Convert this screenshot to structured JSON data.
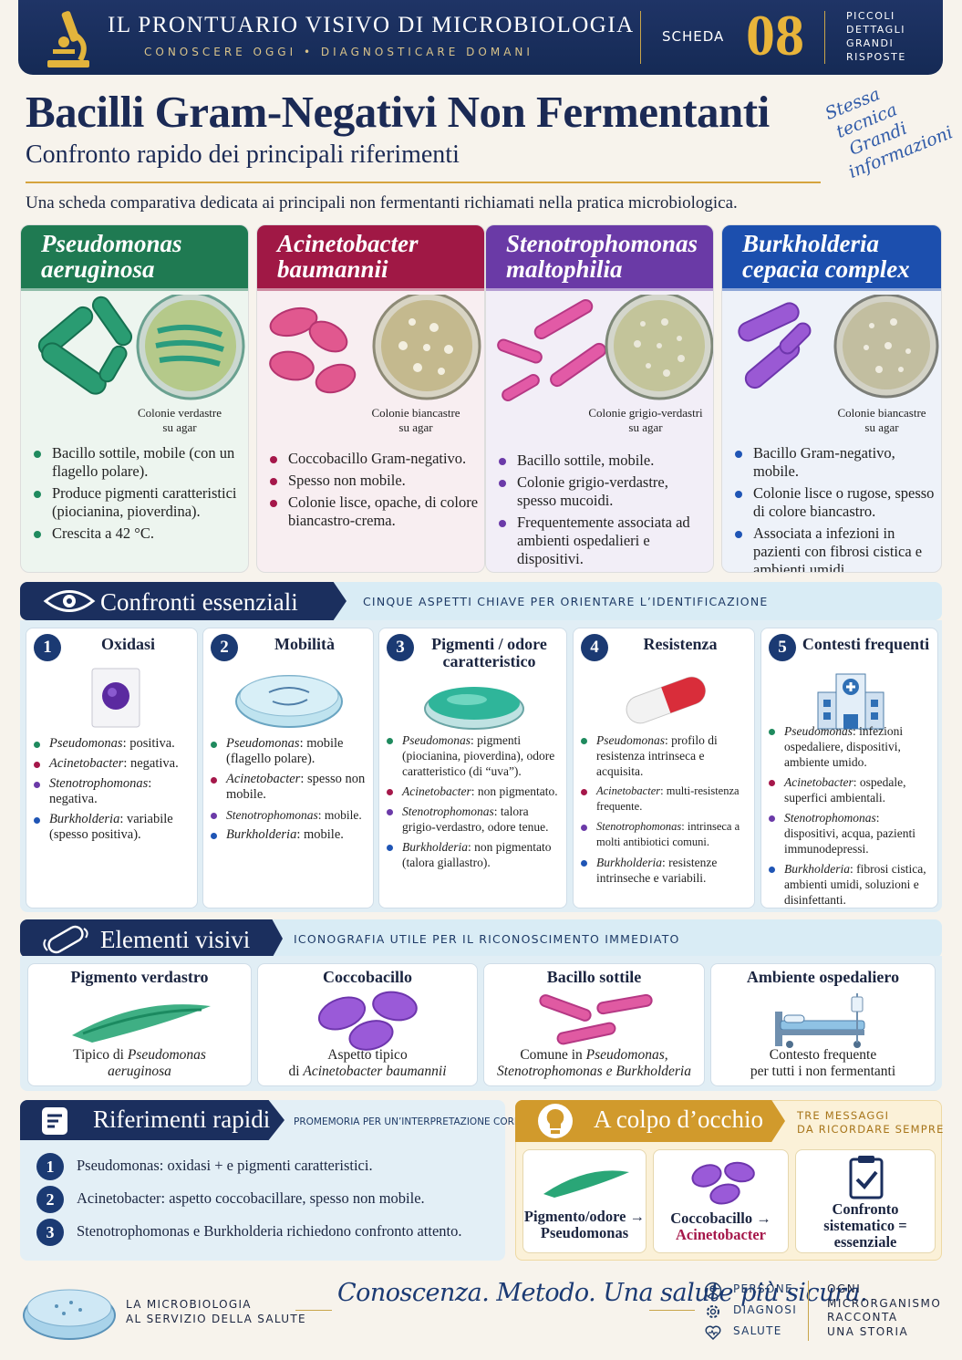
{
  "header": {
    "title": "IL PRONTUARIO VISIVO DI MICROBIOLOGIA",
    "tagline": "CONOSCERE OGGI • DIAGNOSTICARE DOMANI",
    "scheda_label": "SCHEDA",
    "scheda_num": "08",
    "motto": [
      "PICCOLI",
      "DETTAGLI",
      "GRANDI",
      "RISPOSTE"
    ]
  },
  "title": "Bacilli Gram-Negativi Non Fermentanti",
  "subtitle": "Confronto rapido dei principali riferimenti",
  "intro": "Una scheda comparativa dedicata ai principali non fermentanti richiamati nella pratica microbiologica.",
  "handnote": [
    "Stessa",
    "tecnica",
    "Grandi",
    "informazioni"
  ],
  "colors": {
    "pseudomonas": "#1f8a5e",
    "acinetobacter": "#a5174a",
    "stenotrophomonas": "#6b3aa8",
    "burkholderia": "#1f55b5",
    "navy": "#1b2f5e",
    "gold": "#d19a2c"
  },
  "species": [
    {
      "name1": "Pseudomonas",
      "name2": "aeruginosa",
      "caption1": "Colonie verdastre",
      "caption2": "su agar",
      "bullets": [
        "Bacillo sottile, mobile (con un flagello polare).",
        "Produce pigmenti caratteristici (piocianina, pioverdina).",
        "Crescita a 42 °C."
      ]
    },
    {
      "name1": "Acinetobacter",
      "name2": "baumannii",
      "caption1": "Colonie biancastre",
      "caption2": "su agar",
      "bullets": [
        "Coccobacillo Gram-negativo.",
        "Spesso non mobile.",
        "Colonie lisce, opache, di colore biancastro-crema."
      ]
    },
    {
      "name1": "Stenotrophomonas",
      "name2": "maltophilia",
      "caption1": "Colonie grigio-verdastri",
      "caption2": "su agar",
      "bullets": [
        "Bacillo sottile, mobile.",
        "Colonie grigio-verdastre, spesso mucoidi.",
        "Frequentemente associata ad ambienti ospedalieri e dispositivi."
      ]
    },
    {
      "name1": "Burkholderia",
      "name2": "cepacia complex",
      "caption1": "Colonie biancastre",
      "caption2": "su agar",
      "bullets": [
        "Bacillo Gram-negativo, mobile.",
        "Colonie lisce o rugose, spesso di colore biancastro.",
        "Associata a infezioni in pazienti con fibrosi cistica e ambienti umidi."
      ]
    }
  ],
  "confronti": {
    "title": "Confronti essenziali",
    "subtitle": "CINQUE ASPETTI CHIAVE PER ORIENTARE L’IDENTIFICAZIONE",
    "items": [
      {
        "num": "1",
        "title": "Oxidasi",
        "rows": [
          [
            "Pseudomonas",
            ": positiva."
          ],
          [
            "Acinetobacter",
            ": negativa."
          ],
          [
            "Stenotrophomonas",
            ": negativa."
          ],
          [
            "Burkholderia",
            ": variabile (spesso positiva)."
          ]
        ]
      },
      {
        "num": "2",
        "title": "Mobilità",
        "rows": [
          [
            "Pseudomonas",
            ": mobile (flagello polare)."
          ],
          [
            "Acinetobacter",
            ": spesso non mobile."
          ],
          [
            "Stenotrophomonas",
            ": mobile."
          ],
          [
            "Burkholderia",
            ": mobile."
          ]
        ]
      },
      {
        "num": "3",
        "title": "Pigmenti / odore caratteristico",
        "rows": [
          [
            "Pseudomonas",
            ": pigmenti (piocianina, pioverdina), odore caratteristico (di “uva”)."
          ],
          [
            "Acinetobacter",
            ": non pigmentato."
          ],
          [
            "Stenotrophomonas",
            ": talora grigio-verdastro, odore tenue."
          ],
          [
            "Burkholderia",
            ": non pigmentato (talora giallastro)."
          ]
        ]
      },
      {
        "num": "4",
        "title": "Resistenza",
        "rows": [
          [
            "Pseudomonas",
            ": profilo di resistenza intrinseca e acquisita."
          ],
          [
            "Acinetobacter",
            ": multi-resistenza frequente."
          ],
          [
            "Stenotrophomonas",
            ": intrinseca a molti antibiotici comuni."
          ],
          [
            "Burkholderia",
            ": resistenze intrinseche e variabili."
          ]
        ]
      },
      {
        "num": "5",
        "title": "Contesti frequenti",
        "rows": [
          [
            "Pseudomonas",
            ": infezioni ospedaliere, dispositivi, ambiente umido."
          ],
          [
            "Acinetobacter",
            ": ospedale, superfici ambientali."
          ],
          [
            "Stenotrophomonas",
            ": dispositivi, acqua, pazienti immunodepressi."
          ],
          [
            "Burkholderia",
            ": fibrosi cistica, ambienti umidi, soluzioni e disinfettanti."
          ]
        ]
      }
    ]
  },
  "elementi": {
    "title": "Elementi visivi",
    "subtitle": "ICONOGRAFIA UTILE PER IL RICONOSCIMENTO IMMEDIATO",
    "items": [
      {
        "title": "Pigmento verdastro",
        "cap1": "Tipico di ",
        "cap1i": "Pseudomonas",
        "cap2": "",
        "cap2i": "aeruginosa"
      },
      {
        "title": "Coccobacillo",
        "cap1": "Aspetto tipico",
        "cap1i": "",
        "cap2": "di ",
        "cap2i": "Acinetobacter baumannii"
      },
      {
        "title": "Bacillo sottile",
        "cap1": "Comune in ",
        "cap1i": "Pseudomonas,",
        "cap2": "",
        "cap2i": "Stenotrophomonas e Burkholderia"
      },
      {
        "title": "Ambiente ospedaliero",
        "cap1": "Contesto frequente",
        "cap1i": "",
        "cap2": "per tutti i non fermentanti",
        "cap2i": ""
      }
    ]
  },
  "riferimenti": {
    "title": "Riferimenti rapidi",
    "subtitle": "PROMEMORIA PER UN’INTERPRETAZIONE CORRETTA",
    "items": [
      {
        "num": "1",
        "text": "Pseudomonas: oxidasi + e pigmenti caratteristici."
      },
      {
        "num": "2",
        "text": "Acinetobacter: aspetto coccobacillare, spesso non mobile."
      },
      {
        "num": "3",
        "text": "Stenotrophomonas e Burkholderia richiedono confronto attento."
      }
    ]
  },
  "colpo": {
    "title": "A colpo d’occhio",
    "subtitle1": "TRE MESSAGGI",
    "subtitle2": "DA RICORDARE SEMPRE",
    "items": [
      {
        "l1": "Pigmento/odore →",
        "l2": "Pseudomonas"
      },
      {
        "l1": "Coccobacillo →",
        "l2": "Acinetobacter"
      },
      {
        "l1": "Confronto",
        "l2": "sistematico =",
        "l3": "essenziale"
      }
    ]
  },
  "footer": {
    "left1": "LA MICROBIOLOGIA",
    "left2": "AL SERVIZIO DELLA SALUTE",
    "motto": "Conoscenza. Metodo. Una salute più sicura.",
    "values": [
      {
        "icon": "person-icon",
        "label": "PERSONE"
      },
      {
        "icon": "gear-icon",
        "label": "DIAGNOSI"
      },
      {
        "icon": "heart-icon",
        "label": "SALUTE"
      }
    ],
    "right": [
      "OGNI",
      "MICRORGANISMO",
      "RACCONTA",
      "UNA STORIA"
    ]
  }
}
